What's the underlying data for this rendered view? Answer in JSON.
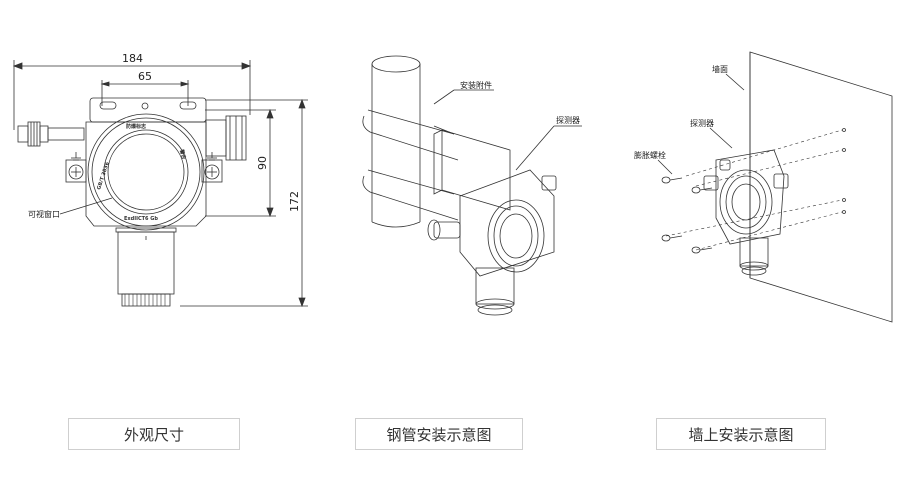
{
  "panels": [
    {
      "caption": "外观尺寸",
      "dimensions": {
        "width_total": "184",
        "hole_spacing": "65",
        "height_body": "90",
        "height_total": "172"
      },
      "labels": {
        "window": "可视窗口"
      },
      "ring_text": {
        "top": "防爆标志",
        "left": "GB/T 3836",
        "right": "警告",
        "bottom": "ExdIICT6 Gb"
      }
    },
    {
      "caption": "钢管安装示意图",
      "labels": {
        "accessory": "安装附件",
        "detector": "探测器"
      }
    },
    {
      "caption": "墙上安装示意图",
      "labels": {
        "wall": "墙面",
        "detector": "探测器",
        "bolt": "膨胀螺栓"
      }
    }
  ]
}
